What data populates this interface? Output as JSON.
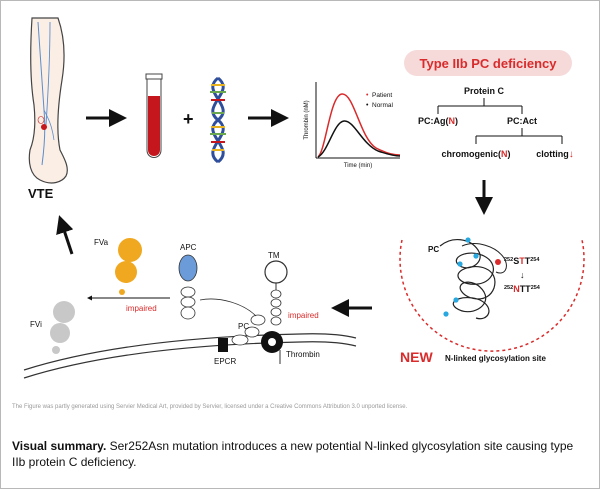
{
  "diagram": {
    "title": "Type IIb PC deficiency",
    "vte_label": "VTE",
    "plus_sign": "+",
    "graph": {
      "y_label": "Thrombin (nM)",
      "x_label": "Time (min)",
      "legend": [
        {
          "name": "Patient",
          "color": "#d92b2b"
        },
        {
          "name": "Normal",
          "color": "#111111"
        }
      ]
    },
    "tree": {
      "root": "Protein C",
      "left_prefix": "PC:Ag(",
      "left_mark": "N",
      "left_suffix": ")",
      "right": "PC:Act",
      "bottom_left_prefix": "chromogenic(",
      "bottom_left_mark": "N",
      "bottom_left_suffix": ")",
      "bottom_right": "clotting",
      "arrow_down": "↓"
    },
    "structure": {
      "pc_label": "PC",
      "site_before": {
        "sup1": "252",
        "main": "S",
        "mark": "T",
        "main2": "T",
        "sup2": "254"
      },
      "arrow": "↓",
      "site_after": {
        "sup1": "252",
        "mark": "N",
        "main": "TT",
        "sup2": "254"
      },
      "new_label": "NEW",
      "new_desc": "N-linked glycosylation site"
    },
    "membrane": {
      "fva": "FVa",
      "fvi": "FVi",
      "apc": "APC",
      "tm": "TM",
      "pc": "PC",
      "epcr": "EPCR",
      "thrombin": "Thrombin",
      "impaired1": "impaired",
      "impaired2": "impaired"
    },
    "colors": {
      "red": "#d92b2b",
      "orange": "#f0a820",
      "blue": "#6b9bd8",
      "grey": "#c8c8c8",
      "title_bg": "#f6dada",
      "blood": "#c4161c"
    }
  },
  "credit": "The Figure was partly generated using Servier Medical Art, provided by Servier, licensed under a Creative Commons Attribution 3.0 unported license.",
  "caption": {
    "bold": "Visual summary.",
    "text": " Ser252Asn mutation introduces a new potential N-linked glycosylation site causing type IIb protein C deficiency."
  }
}
